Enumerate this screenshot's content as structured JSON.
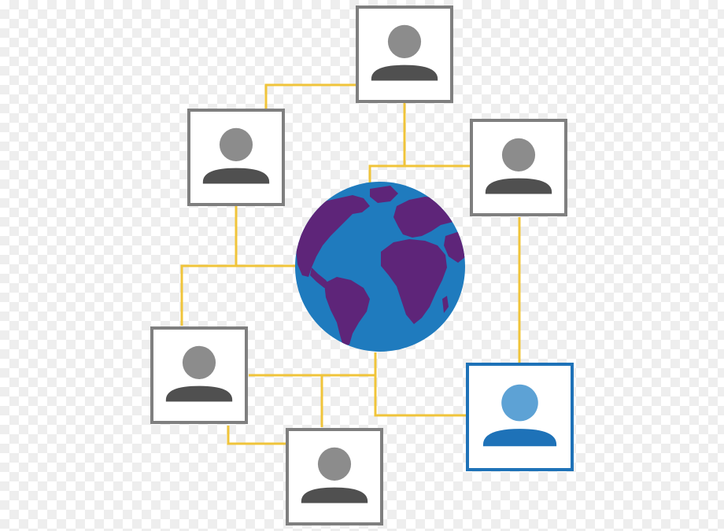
{
  "diagram": {
    "colors": {
      "connector": "#f0c43a",
      "box_border": "#7f7f7f",
      "person_head": "#8c8c8c",
      "person_body": "#505050",
      "highlight_border": "#1e72b8",
      "highlight_head": "#5da2d5",
      "highlight_body": "#1e72b8",
      "globe_ocean": "#1f7bbe",
      "globe_land": "#5e2579"
    },
    "nodes": [
      {
        "id": "person-top",
        "highlighted": false
      },
      {
        "id": "person-upper-left",
        "highlighted": false
      },
      {
        "id": "person-upper-right",
        "highlighted": false
      },
      {
        "id": "person-lower-left",
        "highlighted": false
      },
      {
        "id": "person-bottom",
        "highlighted": false
      },
      {
        "id": "person-lower-right",
        "highlighted": true
      }
    ]
  }
}
